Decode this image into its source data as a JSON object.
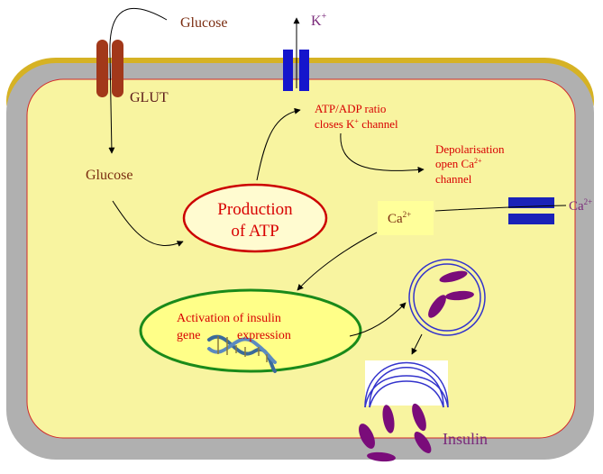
{
  "colors": {
    "membrane_outer": "#b0b0b0",
    "membrane_top": "#d6b224",
    "cytoplasm": "#f8f4a0",
    "cell_border": "#d22a2a",
    "glut_protein": "#a2381a",
    "k_channel": "#1515cc",
    "ca_channel": "#1a22b8",
    "nucleus_fill": "#ffff88",
    "nucleus_border": "#1a8a1a",
    "production_border": "#cc0000",
    "insulin_granule": "#7a0c7a",
    "vesicle_ring": "#3333cc",
    "text_red": "#d80000",
    "text_brown": "#7a2c10",
    "text_purple": "#7a2a7a"
  },
  "labels": {
    "glucose_outside": "Glucose",
    "glut": "GLUT",
    "glucose_inside": "Glucose",
    "k_ion": "K",
    "k_charge": "+",
    "atp_adp_line1": "ATP/ADP ratio",
    "atp_adp_line2_pre": "closes K",
    "atp_adp_line2_sup": "+",
    "atp_adp_line2_post": " channel",
    "depol_line1": "Depolarisation",
    "depol_line2_pre": "open Ca",
    "depol_line2_sup": "2+",
    "depol_line3": "channel",
    "production_line1": "Production",
    "production_line2": "of ATP",
    "ca_inside": "Ca",
    "ca_inside_sup": "2+",
    "ca_outside": "Ca",
    "ca_outside_sup": "2+",
    "activation_line1": "Activation of insulin",
    "activation_line2a": "gene",
    "activation_line2b": "expression",
    "insulin": "Insulin"
  },
  "icons": {
    "dna": "dna-helix-icon",
    "glut": "glut-transporter-icon",
    "k_channel": "potassium-channel-icon",
    "ca_channel": "calcium-channel-icon",
    "vesicle": "insulin-vesicle-icon",
    "exocytosis": "exocytosis-icon"
  }
}
